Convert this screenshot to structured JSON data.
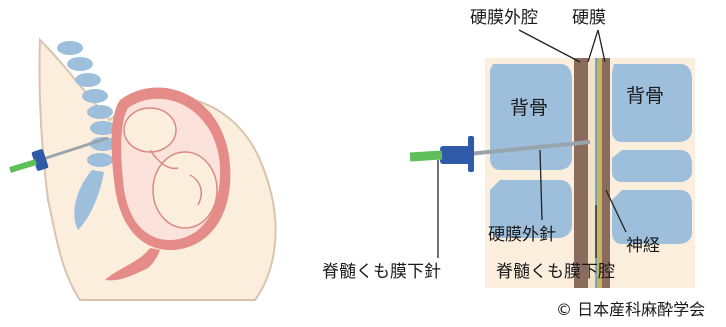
{
  "left_panel": {},
  "right_panel": {
    "labels": {
      "epidural_space": "硬膜外腔",
      "dura": "硬膜",
      "vertebra_left": "背骨",
      "vertebra_right": "背骨",
      "epidural_needle": "硬膜外針",
      "nerve": "神経",
      "spinal_needle": "脊髄くも膜下針",
      "subarachnoid_space": "脊髄くも膜下腔"
    }
  },
  "credit": "© 日本産科麻酔学会",
  "colors": {
    "skin": "#fbeedd",
    "spine": "#9dbfdb",
    "uterus": "#e58c88",
    "dura_band": "#8a6b5e",
    "nerve_band": "#c8b45a",
    "needle_blue": "#2f5aa8",
    "needle_green": "#5fbf5a"
  }
}
